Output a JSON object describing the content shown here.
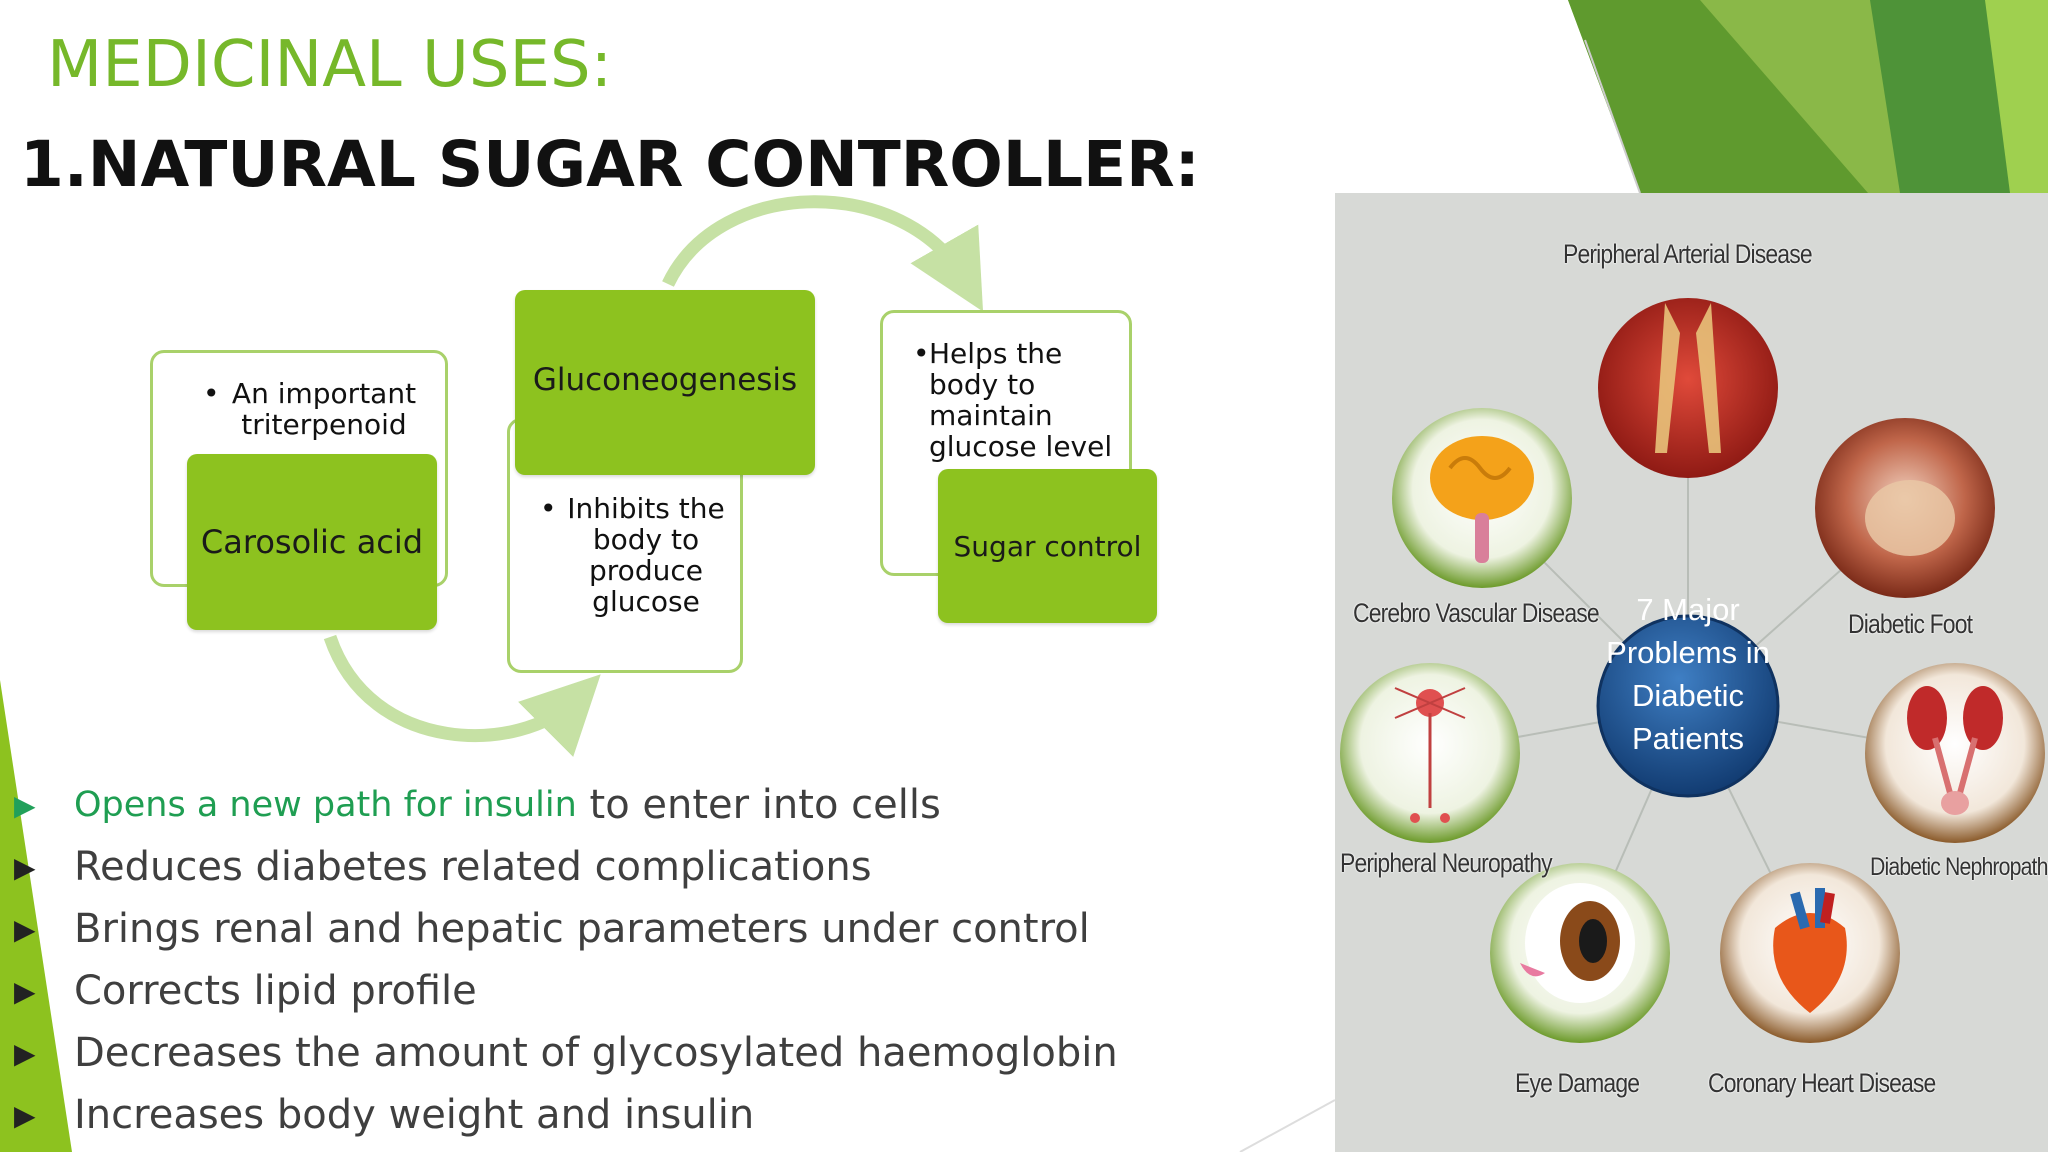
{
  "slide": {
    "heading": "MEDICINAL USES:",
    "subheading": "1.NATURAL SUGAR CONTROLLER:"
  },
  "process": {
    "step1": {
      "note": "An important triterpenoid",
      "label": "Carosolic acid"
    },
    "step2": {
      "label": "Gluconeogenesis",
      "note": "Inhibits the body to produce glucose"
    },
    "step3": {
      "note": "Helps the body to maintain glucose level",
      "label": "Sugar control"
    }
  },
  "bullets": {
    "marker": "▶",
    "items": [
      {
        "highlight": "Opens a new path for insulin",
        "text": " to enter into cells"
      },
      {
        "highlight": "",
        "text": "Reduces diabetes related complications"
      },
      {
        "highlight": "",
        "text": "Brings renal and hepatic parameters under control"
      },
      {
        "highlight": "",
        "text": "Corrects lipid profile"
      },
      {
        "highlight": "",
        "text": "Decreases the amount of glycosylated haemoglobin"
      },
      {
        "highlight": "",
        "text": "Increases body weight and insulin"
      }
    ]
  },
  "infographic": {
    "center": [
      "7 Major",
      "Problems in",
      "Diabetic",
      "Patients"
    ],
    "labels": {
      "pad": "Peripheral Arterial Disease",
      "cvd": "Cerebro Vascular Disease",
      "foot": "Diabetic Foot",
      "neuro": "Peripheral Neuropathy",
      "nephro": "Diabetic Nephropathy",
      "eye": "Eye Damage",
      "heart": "Coronary Heart Disease"
    }
  },
  "colors": {
    "accent_green": "#76b82a",
    "box_green": "#8dc21f",
    "box_border": "#a9d16a",
    "highlight_green": "#1f9e52",
    "center_blue": "#1f5d9c"
  }
}
